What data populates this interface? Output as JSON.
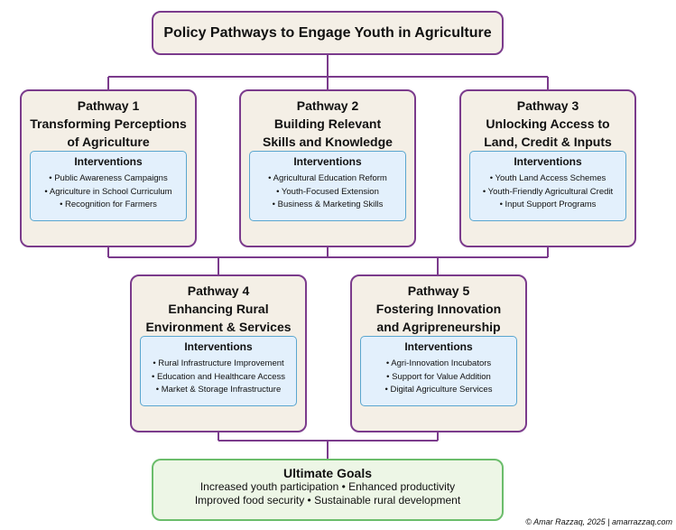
{
  "title": "Policy Pathways to Engage Youth in Agriculture",
  "interventions_label": "Interventions",
  "pathways": [
    {
      "num": "Pathway 1",
      "line1": "Transforming Perceptions",
      "line2": "of Agriculture",
      "items": [
        "• Public Awareness Campaigns",
        "• Agriculture in School Curriculum",
        "• Recognition for Farmers"
      ]
    },
    {
      "num": "Pathway 2",
      "line1": "Building Relevant",
      "line2": "Skills and Knowledge",
      "items": [
        "• Agricultural Education Reform",
        "• Youth-Focused Extension",
        "• Business & Marketing Skills"
      ]
    },
    {
      "num": "Pathway 3",
      "line1": "Unlocking Access to",
      "line2": "Land, Credit & Inputs",
      "items": [
        "• Youth Land Access Schemes",
        "• Youth-Friendly Agricultural Credit",
        "• Input Support Programs"
      ]
    },
    {
      "num": "Pathway 4",
      "line1": "Enhancing Rural",
      "line2": "Environment & Services",
      "items": [
        "• Rural Infrastructure Improvement",
        "• Education and Healthcare Access",
        "• Market & Storage Infrastructure"
      ]
    },
    {
      "num": "Pathway 5",
      "line1": "Fostering Innovation",
      "line2": "and Agripreneurship",
      "items": [
        "• Agri-Innovation Incubators",
        "• Support for Value Addition",
        "• Digital Agriculture Services"
      ]
    }
  ],
  "goals": {
    "title": "Ultimate Goals",
    "line1": "Increased youth participation • Enhanced productivity",
    "line2": "Improved food security • Sustainable rural development"
  },
  "footer": "© Amar Razzaq, 2025 | amarrazzaq.com"
}
